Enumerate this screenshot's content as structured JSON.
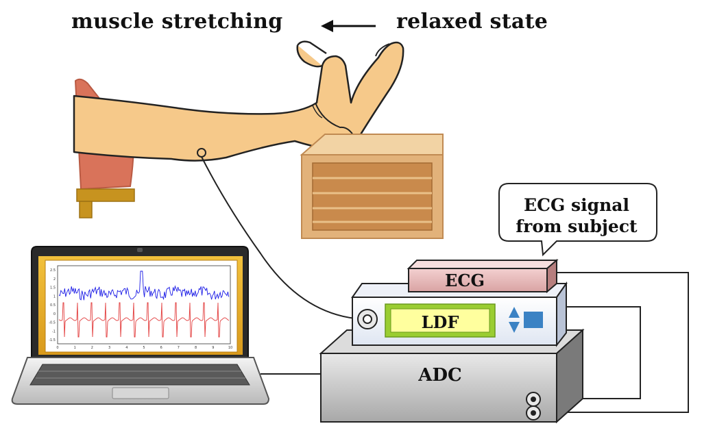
{
  "header": {
    "left_label": "muscle stretching",
    "right_label": "relaxed state",
    "arrow_icon": "arrow-left-icon"
  },
  "bubble": {
    "line1": "ECG signal",
    "line2": "from subject"
  },
  "devices": {
    "ecg_label": "ECG",
    "ldf_label": "LDF",
    "adc_label": "ADC"
  },
  "laptop": {
    "y_ticks": [
      "2.5",
      "2",
      "1.5",
      "1",
      "0.5",
      "0",
      "-0.5",
      "-1",
      "-1.5"
    ],
    "x_ticks": [
      "0",
      "1",
      "2",
      "3",
      "4",
      "5",
      "6",
      "7",
      "8",
      "9",
      "10"
    ],
    "series_colors": {
      "blue": "#1a1ae6",
      "red": "#e23b3b"
    }
  },
  "colors": {
    "skin": "#f6c98a",
    "crate": "#e2b27a",
    "ecg_box": "#e8b8b8",
    "ldf_panel": "#ffff9e",
    "ldf_frame": "#9acd32",
    "adc_box": "#c8c8c8",
    "chair": "#d9735a"
  }
}
